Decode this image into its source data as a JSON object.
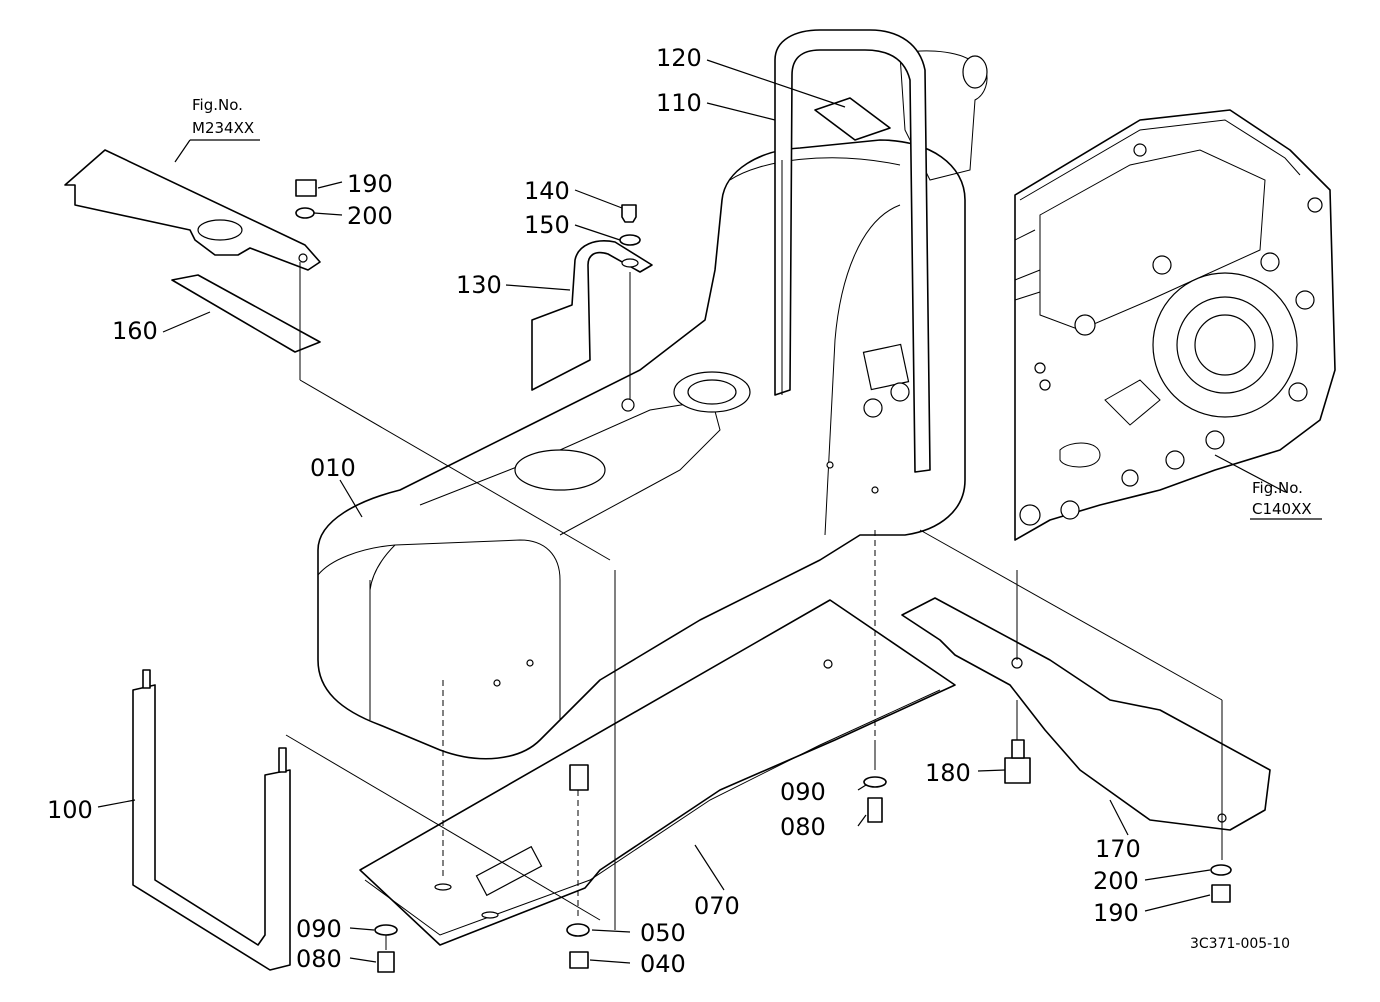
{
  "labels": {
    "p010": "010",
    "p040": "040",
    "p050": "050",
    "p070": "070",
    "p080a": "080",
    "p080b": "080",
    "p090a": "090",
    "p090b": "090",
    "p100": "100",
    "p110": "110",
    "p120": "120",
    "p130": "130",
    "p140": "140",
    "p150": "150",
    "p160": "160",
    "p170": "170",
    "p180": "180",
    "p190a": "190",
    "p190b": "190",
    "p200a": "200",
    "p200b": "200"
  },
  "figrefs": {
    "left_title": "Fig.No.",
    "left_code": "M234XX",
    "right_title": "Fig.No.",
    "right_code": "C140XX"
  },
  "drawing_code": "3C371-005-10"
}
